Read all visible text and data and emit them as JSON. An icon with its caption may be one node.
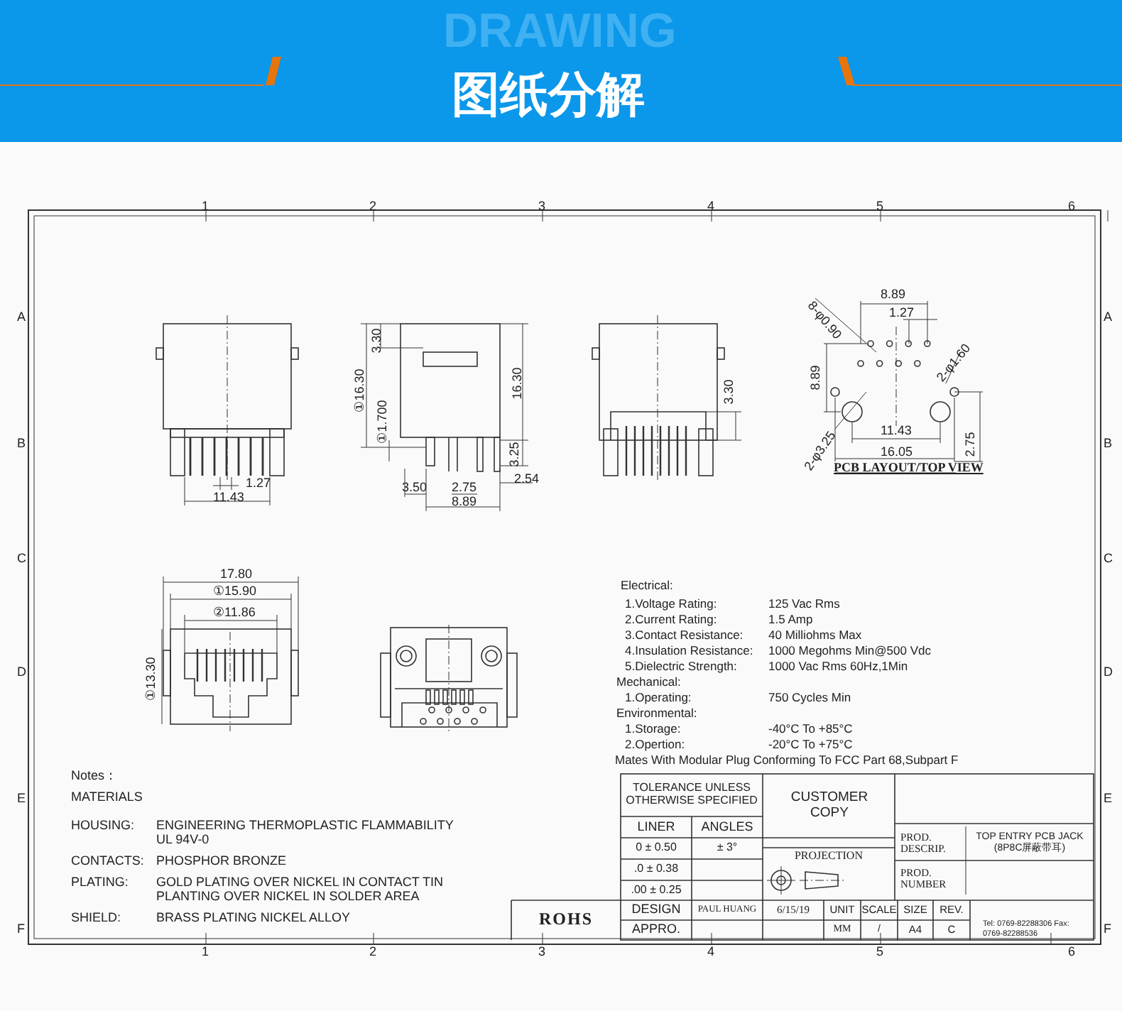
{
  "diagram": {
    "title": "图纸分解",
    "labels": [
      "DRAWING",
      "1",
      "2",
      "3",
      "4",
      "5",
      "6",
      "A",
      "B",
      "C",
      "D",
      "E",
      "F",
      "A",
      "B",
      "C",
      "D",
      "E",
      "F",
      "3.30",
      "①16.30",
      "①1.700",
      "16.30",
      "3.25",
      "1.27",
      "3.50",
      "2.75",
      "2.54",
      "11.43",
      "8.89",
      "3.30",
      "8.89",
      "8-φ0.90",
      "1.27",
      "8.89",
      "2-φ1.60",
      "11.43",
      "2-φ3.25",
      "16.05",
      "2.75",
      "PCB LAYOUT/TOP VIEW",
      "17.80",
      "①15.90",
      "②11.86",
      "①13.30",
      "Electrical:",
      "1.Voltage Rating:",
      "125 Vac Rms",
      "2.Current Rating:",
      "1.5 Amp",
      "3.Contact Resistance:",
      "40 Milliohms Max",
      "4.Insulation Resistance:",
      "1000 Megohms Min@500 Vdc",
      "5.Dielectric Strength:",
      "1000 Vac Rms 60Hz,1Min",
      "Mechanical:",
      "1.Operating:",
      "750 Cycles Min",
      "Environmental:",
      "1.Storage:",
      "-40°C To +85°C",
      "2.Opertion:",
      "-20°C To +75°C",
      "Mates With Modular Plug Conforming To FCC Part 68,Subpart F",
      "Notes：",
      "MATERIALS",
      "HOUSING:",
      "ENGINEERING THERMOPLASTIC FLAMMABILITY UL 94V-0",
      "CONTACTS:",
      "PHOSPHOR BRONZE",
      "PLATING:",
      "GOLD PLATING OVER NICKEL IN CONTACT TIN PLANTING OVER NICKEL IN SOLDER AREA",
      "SHIELD:",
      "BRASS PLATING NICKEL ALLOY",
      "TOLERANCE UNLESS OTHERWISE SPECIFIED",
      "LINER",
      "ANGLES",
      "0 ± 0.50",
      "± 3°",
      ".0 ± 0.38",
      ".00 ± 0.25",
      "CUSTOMER COPY",
      "PROJECTION",
      "PROD. DESCRIP.",
      "TOP ENTRY PCB JACK (8P8C屏蔽带耳)",
      "PROD. NUMBER",
      "ROHS",
      "DESIGN",
      "PAUL HUANG",
      "6/15/19",
      "UNIT",
      "SCALE",
      "SIZE",
      "REV.",
      "Tel: 0769-82288306 Fax: 0769-82288536",
      "APPRO.",
      "MM",
      "/",
      "A4",
      "C",
      "1",
      "2",
      "3",
      "4",
      "5",
      "6"
    ]
  }
}
